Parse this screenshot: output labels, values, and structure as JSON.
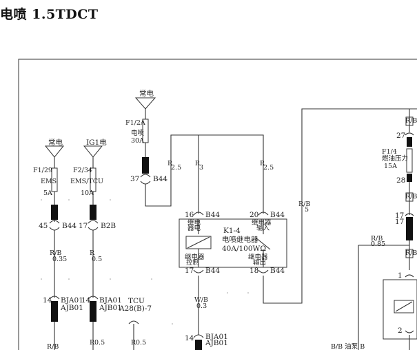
{
  "title": "电喷 1.5TDCT",
  "supplies": {
    "changdian_left": "常电",
    "ig1": "IG1电",
    "changdian_mid": "常电"
  },
  "fuses": {
    "f1_29": "F1/29",
    "f1_29_name": "EMS",
    "f1_29_amp": "5A",
    "f2_34": "F2/34",
    "f2_34_name": "EMS/TCU",
    "f2_34_amp": "10A",
    "f1_2": "F1/2A",
    "f1_2_name": "电喷",
    "f1_2_amp": "30A",
    "f1_4": "F1/4",
    "f1_4_name": "燃油压力",
    "f1_4_amp": "15A"
  },
  "pins": {
    "p45": "45",
    "b44_a": "B44",
    "p17_a": "17",
    "b2b": "B2B",
    "p37": "37",
    "b44_b": "B44",
    "p16": "16",
    "b44_c": "B44",
    "p20": "20",
    "b44_d": "B44",
    "p17_b": "17",
    "b44_e": "B44",
    "p18": "18",
    "b44_f": "B44",
    "p14_a": "14",
    "bja01_a": "BJA01",
    "p14_b": "14",
    "bja01_b": "BJA01",
    "p14_c": "14",
    "ajb01_c": "AJB01",
    "p14_d": "14",
    "bja01_d": "BJA01",
    "ajb01_d": "AJB01",
    "p27": "27",
    "p28": "28",
    "p17_c": "17",
    "p1": "1",
    "p2": "2"
  },
  "wires": {
    "w_left": "R/B\n0.35",
    "w_ig1": "R\n0.5",
    "w_r25a": "R\n2.5",
    "w_r3": "R\n3",
    "w_r25b": "R\n2.5",
    "w_rb5": "R/B\n5",
    "w_rb085": "R/B\n0.85",
    "w_wb03": "W/B\n0.3",
    "w_bot1": "R/B",
    "w_bot2": "R\n0.5",
    "w_bot3": "R\n0.5"
  },
  "relay": {
    "id": "K1-4",
    "name": "电喷继电器",
    "rating": "40A/100WΩ",
    "label_tl": "继电\n器电",
    "label_tr": "继电器\n输入",
    "label_bl": "继电器\n控制",
    "label_br": "继电器\n输出"
  },
  "tcu": {
    "label": "TCU",
    "pin": "A28(B)-7"
  }
}
